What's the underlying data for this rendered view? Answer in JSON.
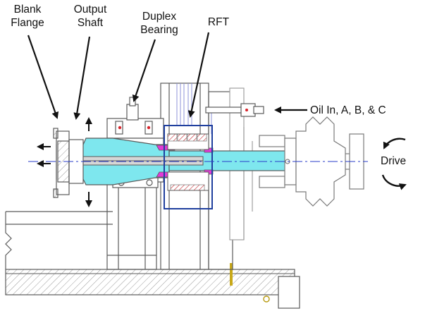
{
  "labels": {
    "blank_flange": [
      "Blank",
      "Flange"
    ],
    "output_shaft": [
      "Output",
      "Shaft"
    ],
    "duplex_bearing": [
      "Duplex",
      "Bearing"
    ],
    "rft": "RFT",
    "oil_in": "Oil In, A, B, & C",
    "drive": "Drive"
  },
  "colors": {
    "shaft": "#7ee7ee",
    "seal": "#e23ad6",
    "rft_box": "#1f3f9e",
    "centerline": "#2a3cc8",
    "accent_red": "#d8232a",
    "line": "#5a5a5a"
  }
}
